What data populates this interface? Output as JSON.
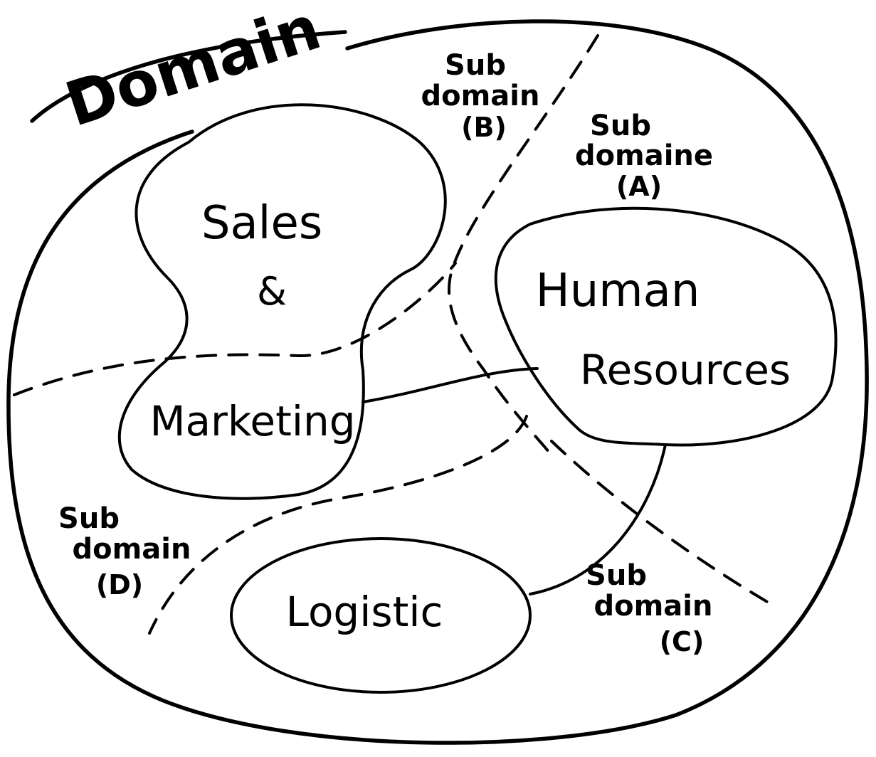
{
  "domain": {
    "label": "Domain"
  },
  "subdomains": [
    {
      "id": "A",
      "lines": [
        "Sub",
        "domaine",
        "(A)"
      ]
    },
    {
      "id": "B",
      "lines": [
        "Sub",
        "domain",
        "(B)"
      ]
    },
    {
      "id": "C",
      "lines": [
        "Sub",
        "domain",
        "(C)"
      ]
    },
    {
      "id": "D",
      "lines": [
        "Sub",
        "domain",
        "(D)"
      ]
    }
  ],
  "contexts": {
    "sales_marketing": [
      "Sales",
      "&",
      "Marketing"
    ],
    "human_resources": [
      "Human",
      "Resources"
    ],
    "logistic": [
      "Logistic"
    ]
  },
  "style": {
    "ink_color": "#000000",
    "paper_color": "#ffffff"
  }
}
